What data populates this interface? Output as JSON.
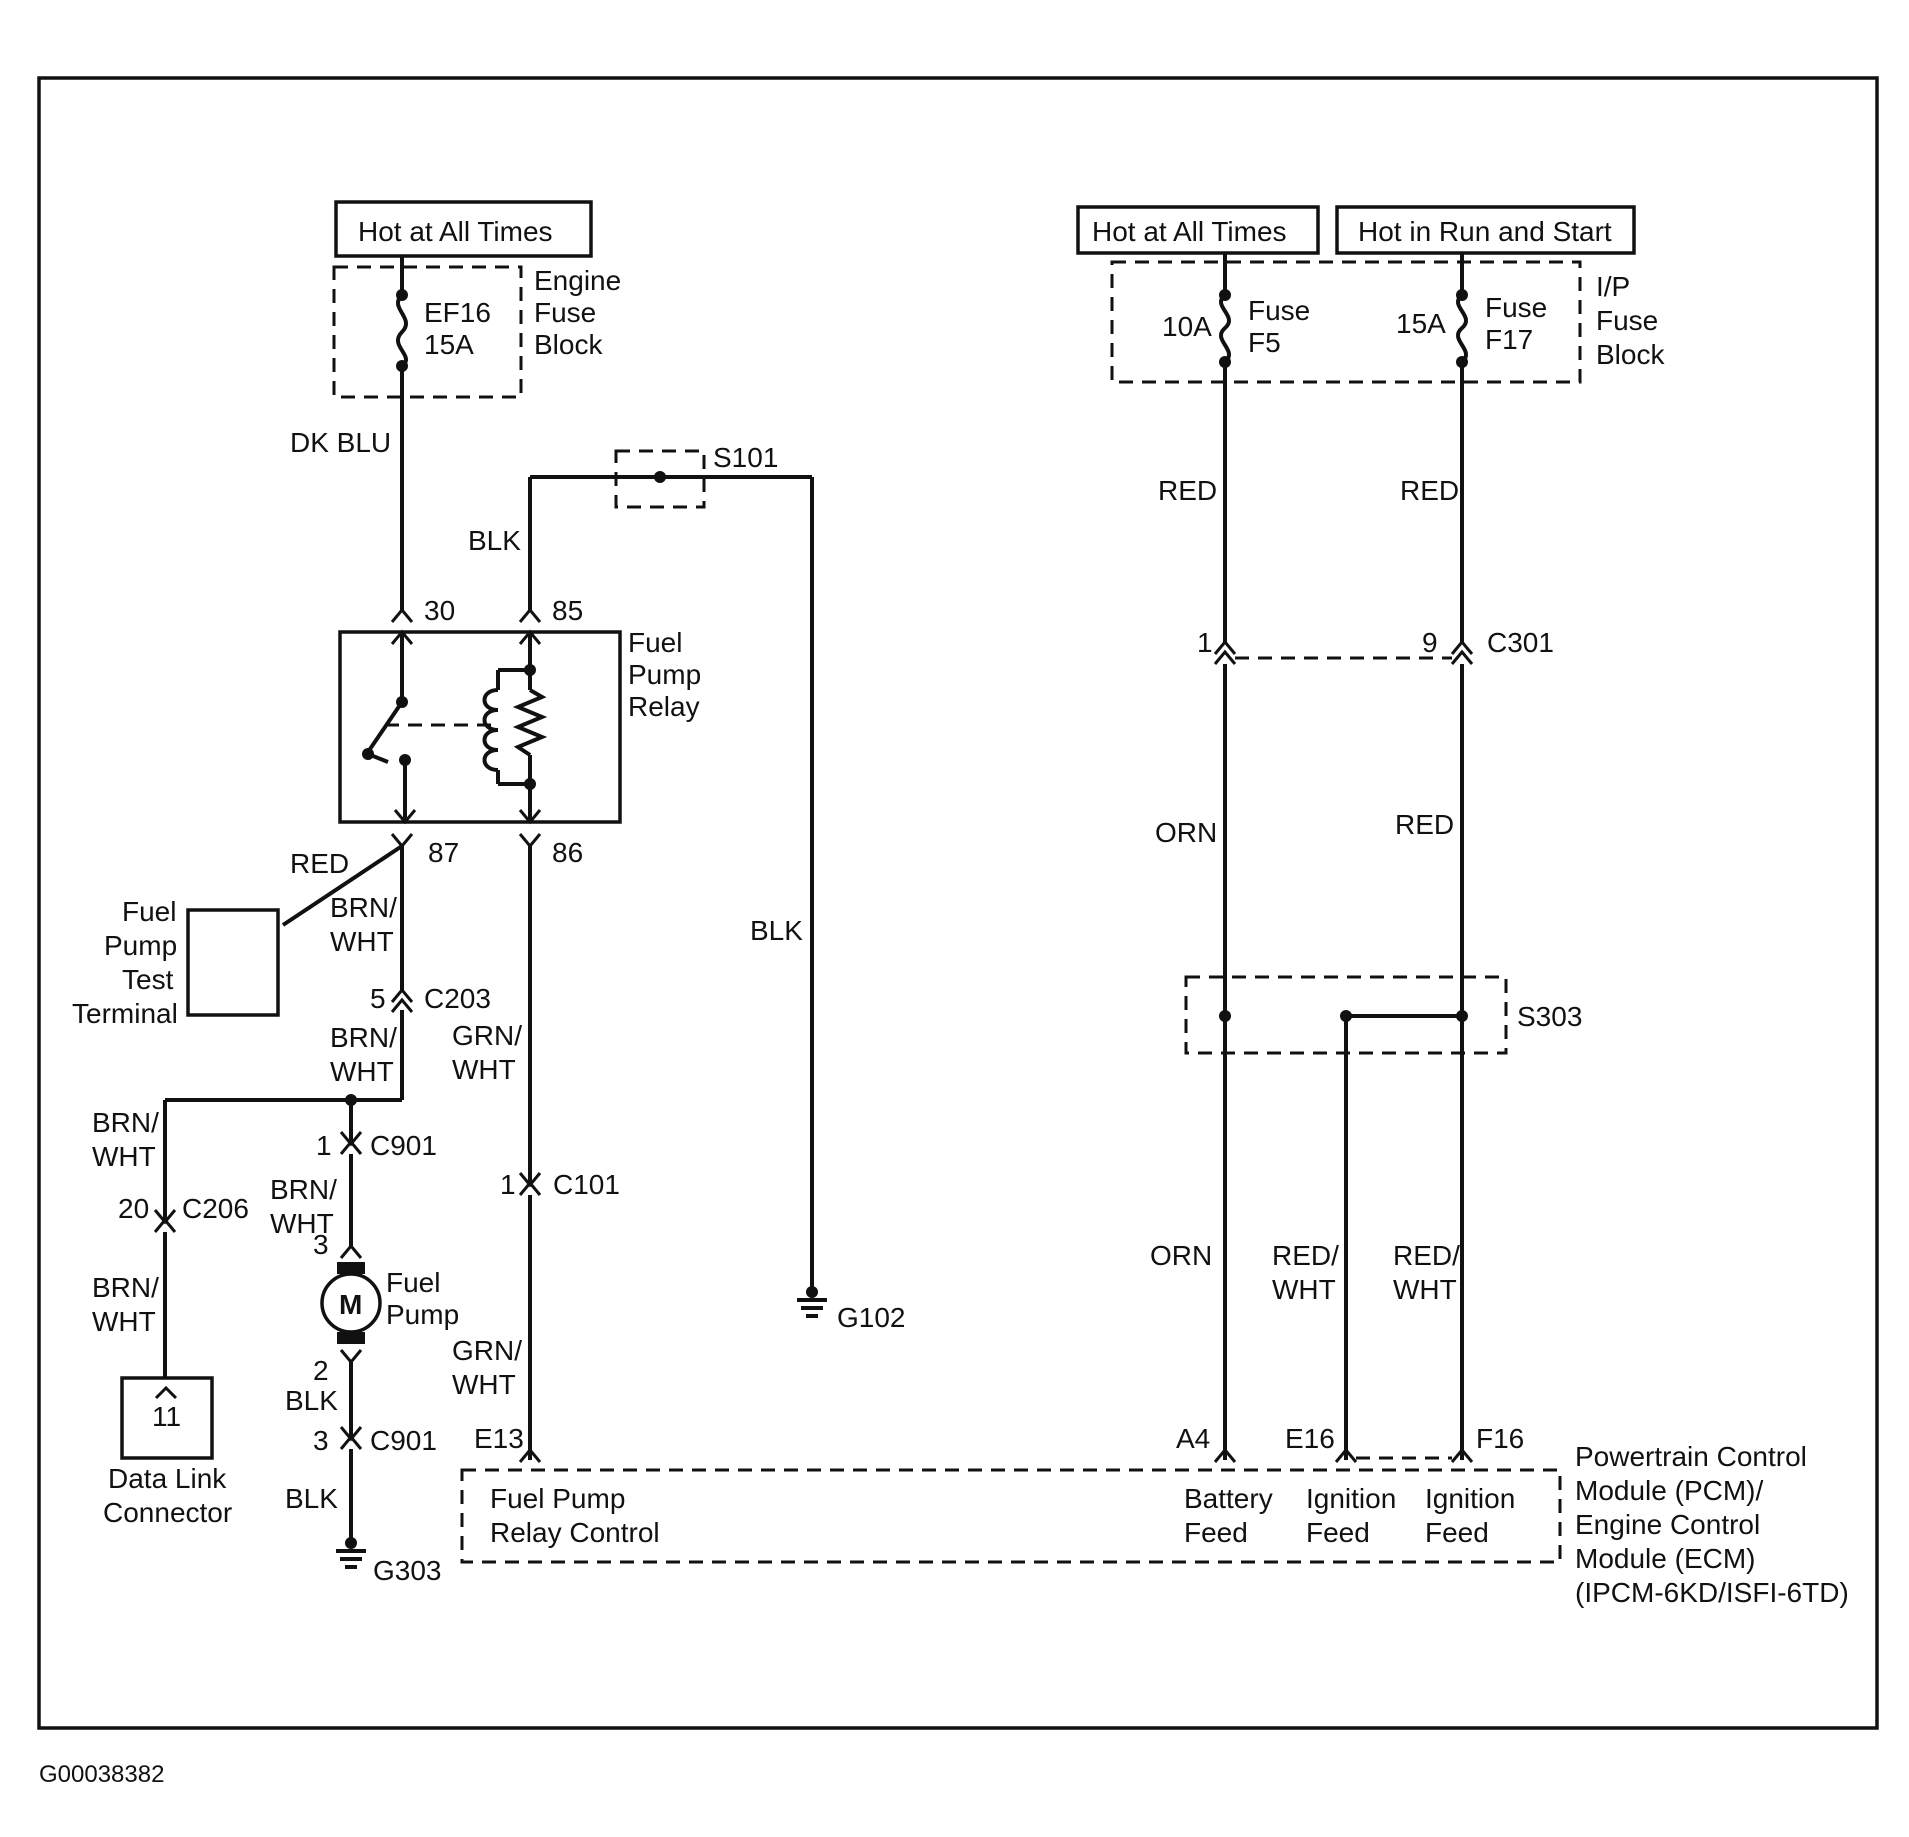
{
  "diagram_id": "G00038382",
  "power_labels": {
    "left_hot": "Hot at All Times",
    "right_hot": "Hot at All Times",
    "right_run": "Hot in Run and Start"
  },
  "engine_fuse_block": {
    "line1": "Engine",
    "line2": "Fuse",
    "line3": "Block",
    "fuse_name": "EF16",
    "fuse_rating": "15A"
  },
  "ip_fuse_block": {
    "line1": "I/P",
    "line2": "Fuse",
    "line3": "Block",
    "f5_rating": "10A",
    "f5_line1": "Fuse",
    "f5_line2": "F5",
    "f17_rating": "15A",
    "f17_line1": "Fuse",
    "f17_line2": "F17"
  },
  "relay": {
    "line1": "Fuel",
    "line2": "Pump",
    "line3": "Relay",
    "pin30": "30",
    "pin85": "85",
    "pin87": "87",
    "pin86": "86"
  },
  "splices": {
    "s101": "S101",
    "s303": "S303"
  },
  "grounds": {
    "g102": "G102",
    "g303": "G303"
  },
  "connectors": {
    "c203": "C203",
    "c203_pin": "5",
    "c901": "C901",
    "c901_pin1": "1",
    "c901_pin3": "3",
    "c206": "C206",
    "c206_pin": "20",
    "c101": "C101",
    "c101_pin": "1",
    "c301": "C301",
    "c301_pin1": "1",
    "c301_pin9": "9"
  },
  "wires": {
    "dk_blu": "DK BLU",
    "blk": "BLK",
    "red": "RED",
    "orn": "ORN",
    "brn1": "BRN/",
    "wht": "WHT",
    "grn1": "GRN/",
    "red1": "RED/"
  },
  "test_terminal": {
    "line1": "Fuel",
    "line2": "Pump",
    "line3": "Test",
    "line4": "Terminal"
  },
  "fuel_pump": {
    "motor": "M",
    "line1": "Fuel",
    "line2": "Pump",
    "pin_top": "3",
    "pin_bottom": "2"
  },
  "dlc": {
    "pin": "11",
    "line1": "Data Link",
    "line2": "Connector"
  },
  "pcm": {
    "pins": {
      "e13": "E13",
      "a4": "A4",
      "e16": "E16",
      "f16": "F16"
    },
    "fpr_line1": "Fuel Pump",
    "fpr_line2": "Relay Control",
    "bat_line1": "Battery",
    "bat_line2": "Feed",
    "ign1_line1": "Ignition",
    "ign1_line2": "Feed",
    "ign2_line1": "Ignition",
    "ign2_line2": "Feed",
    "name_line1": "Powertrain Control",
    "name_line2": "Module (PCM)/",
    "name_line3": "Engine Control",
    "name_line4": "Module (ECM)",
    "name_line5": "(IPCM-6KD/ISFI-6TD)"
  }
}
